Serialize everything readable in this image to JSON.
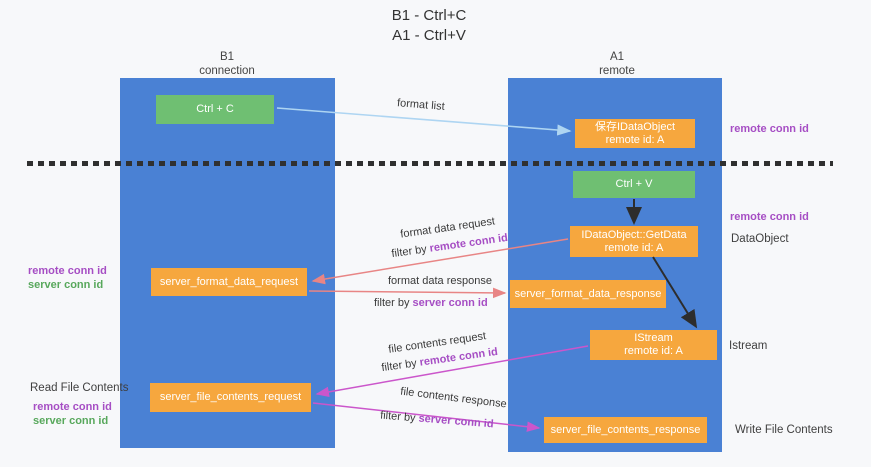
{
  "title": {
    "line1": "B1 - Ctrl+C",
    "line2": "A1 - Ctrl+V"
  },
  "lifelines": {
    "left": {
      "title": "B1",
      "subtitle": "connection"
    },
    "right": {
      "title": "A1",
      "subtitle": "remote"
    }
  },
  "nodes": {
    "ctrl_c": {
      "label": "Ctrl + C"
    },
    "save_dataobject": {
      "title": "保存IDataObject",
      "subtitle": "remote id: A"
    },
    "ctrl_v": {
      "label": "Ctrl + V"
    },
    "getdata": {
      "title": "IDataObject::GetData",
      "subtitle": "remote id: A"
    },
    "server_format_data_request": {
      "label": "server_format_data_request"
    },
    "server_format_data_response": {
      "label": "server_format_data_response"
    },
    "istream": {
      "title": "IStream",
      "subtitle": "remote id: A"
    },
    "server_file_contents_request": {
      "label": "server_file_contents_request"
    },
    "server_file_contents_response": {
      "label": "server_file_contents_response"
    }
  },
  "flow_labels": {
    "format_list": "format list",
    "format_data_request": "format data request",
    "format_data_request_filter_prefix": "filter by ",
    "format_data_request_filter_key": "remote conn id",
    "format_data_response": "format data response",
    "format_data_response_filter_prefix": "filter by ",
    "format_data_response_filter_key": "server conn id",
    "file_contents_request": "file contents request",
    "file_contents_request_filter_prefix": "filter by ",
    "file_contents_request_filter_key": "remote conn id",
    "file_contents_response": "file contents response",
    "file_contents_response_filter_prefix": "filter by ",
    "file_contents_response_filter_key": "server conn id"
  },
  "side_labels": {
    "right_remote_conn_id_top": "remote conn id",
    "right_remote_conn_id_mid": "remote conn id",
    "right_dataobject": "DataObject",
    "right_istream": "Istream",
    "right_write_file_contents": "Write File Contents",
    "left_remote_conn_id_top": "remote conn id",
    "left_server_conn_id_top": "server conn id",
    "left_read_file_contents": "Read File Contents",
    "left_remote_conn_id_bottom": "remote conn id",
    "left_server_conn_id_bottom": "server conn id"
  },
  "colors": {
    "panel_blue": "#4a81d4",
    "box_green": "#6fbf72",
    "box_orange": "#f6a73e",
    "accent_purple": "#a64ec4",
    "accent_green": "#58a85c",
    "arrow_red": "#e88585",
    "arrow_magenta": "#cb56cb",
    "arrow_blue": "#aed5f2",
    "arrow_black": "#2d2d2d",
    "background": "#f7f8fa"
  }
}
